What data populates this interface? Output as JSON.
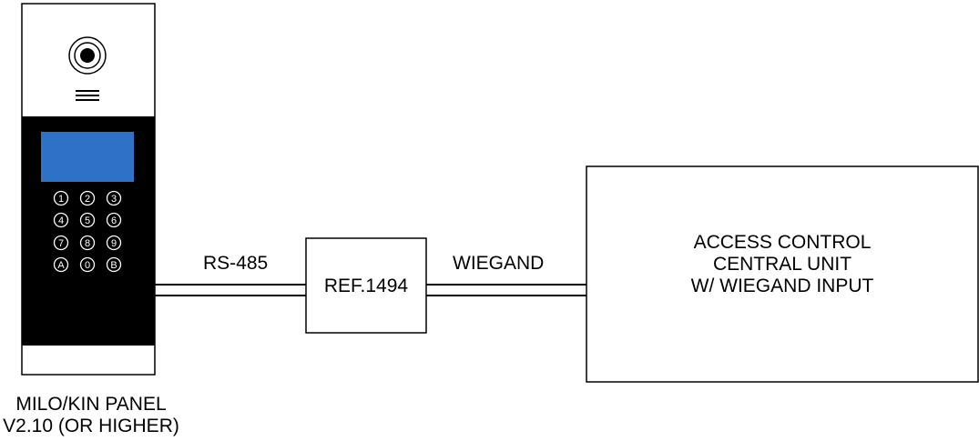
{
  "panel": {
    "name_line1": "MILO/KIN PANEL",
    "name_line2": "V2.10 (OR HIGHER)",
    "keypad_keys": [
      "1",
      "2",
      "3",
      "4",
      "5",
      "6",
      "7",
      "8",
      "9",
      "A",
      "0",
      "B"
    ],
    "colors": {
      "display": "#2e72c7",
      "body": "#000000",
      "faceplate": "#ffffff"
    }
  },
  "links": {
    "rs485_label": "RS-485",
    "wiegand_label": "WIEGAND"
  },
  "interface_box": {
    "label": "REF.1494"
  },
  "central_unit": {
    "line1": "ACCESS CONTROL",
    "line2": "CENTRAL UNIT",
    "line3": "W/ WIEGAND INPUT"
  }
}
